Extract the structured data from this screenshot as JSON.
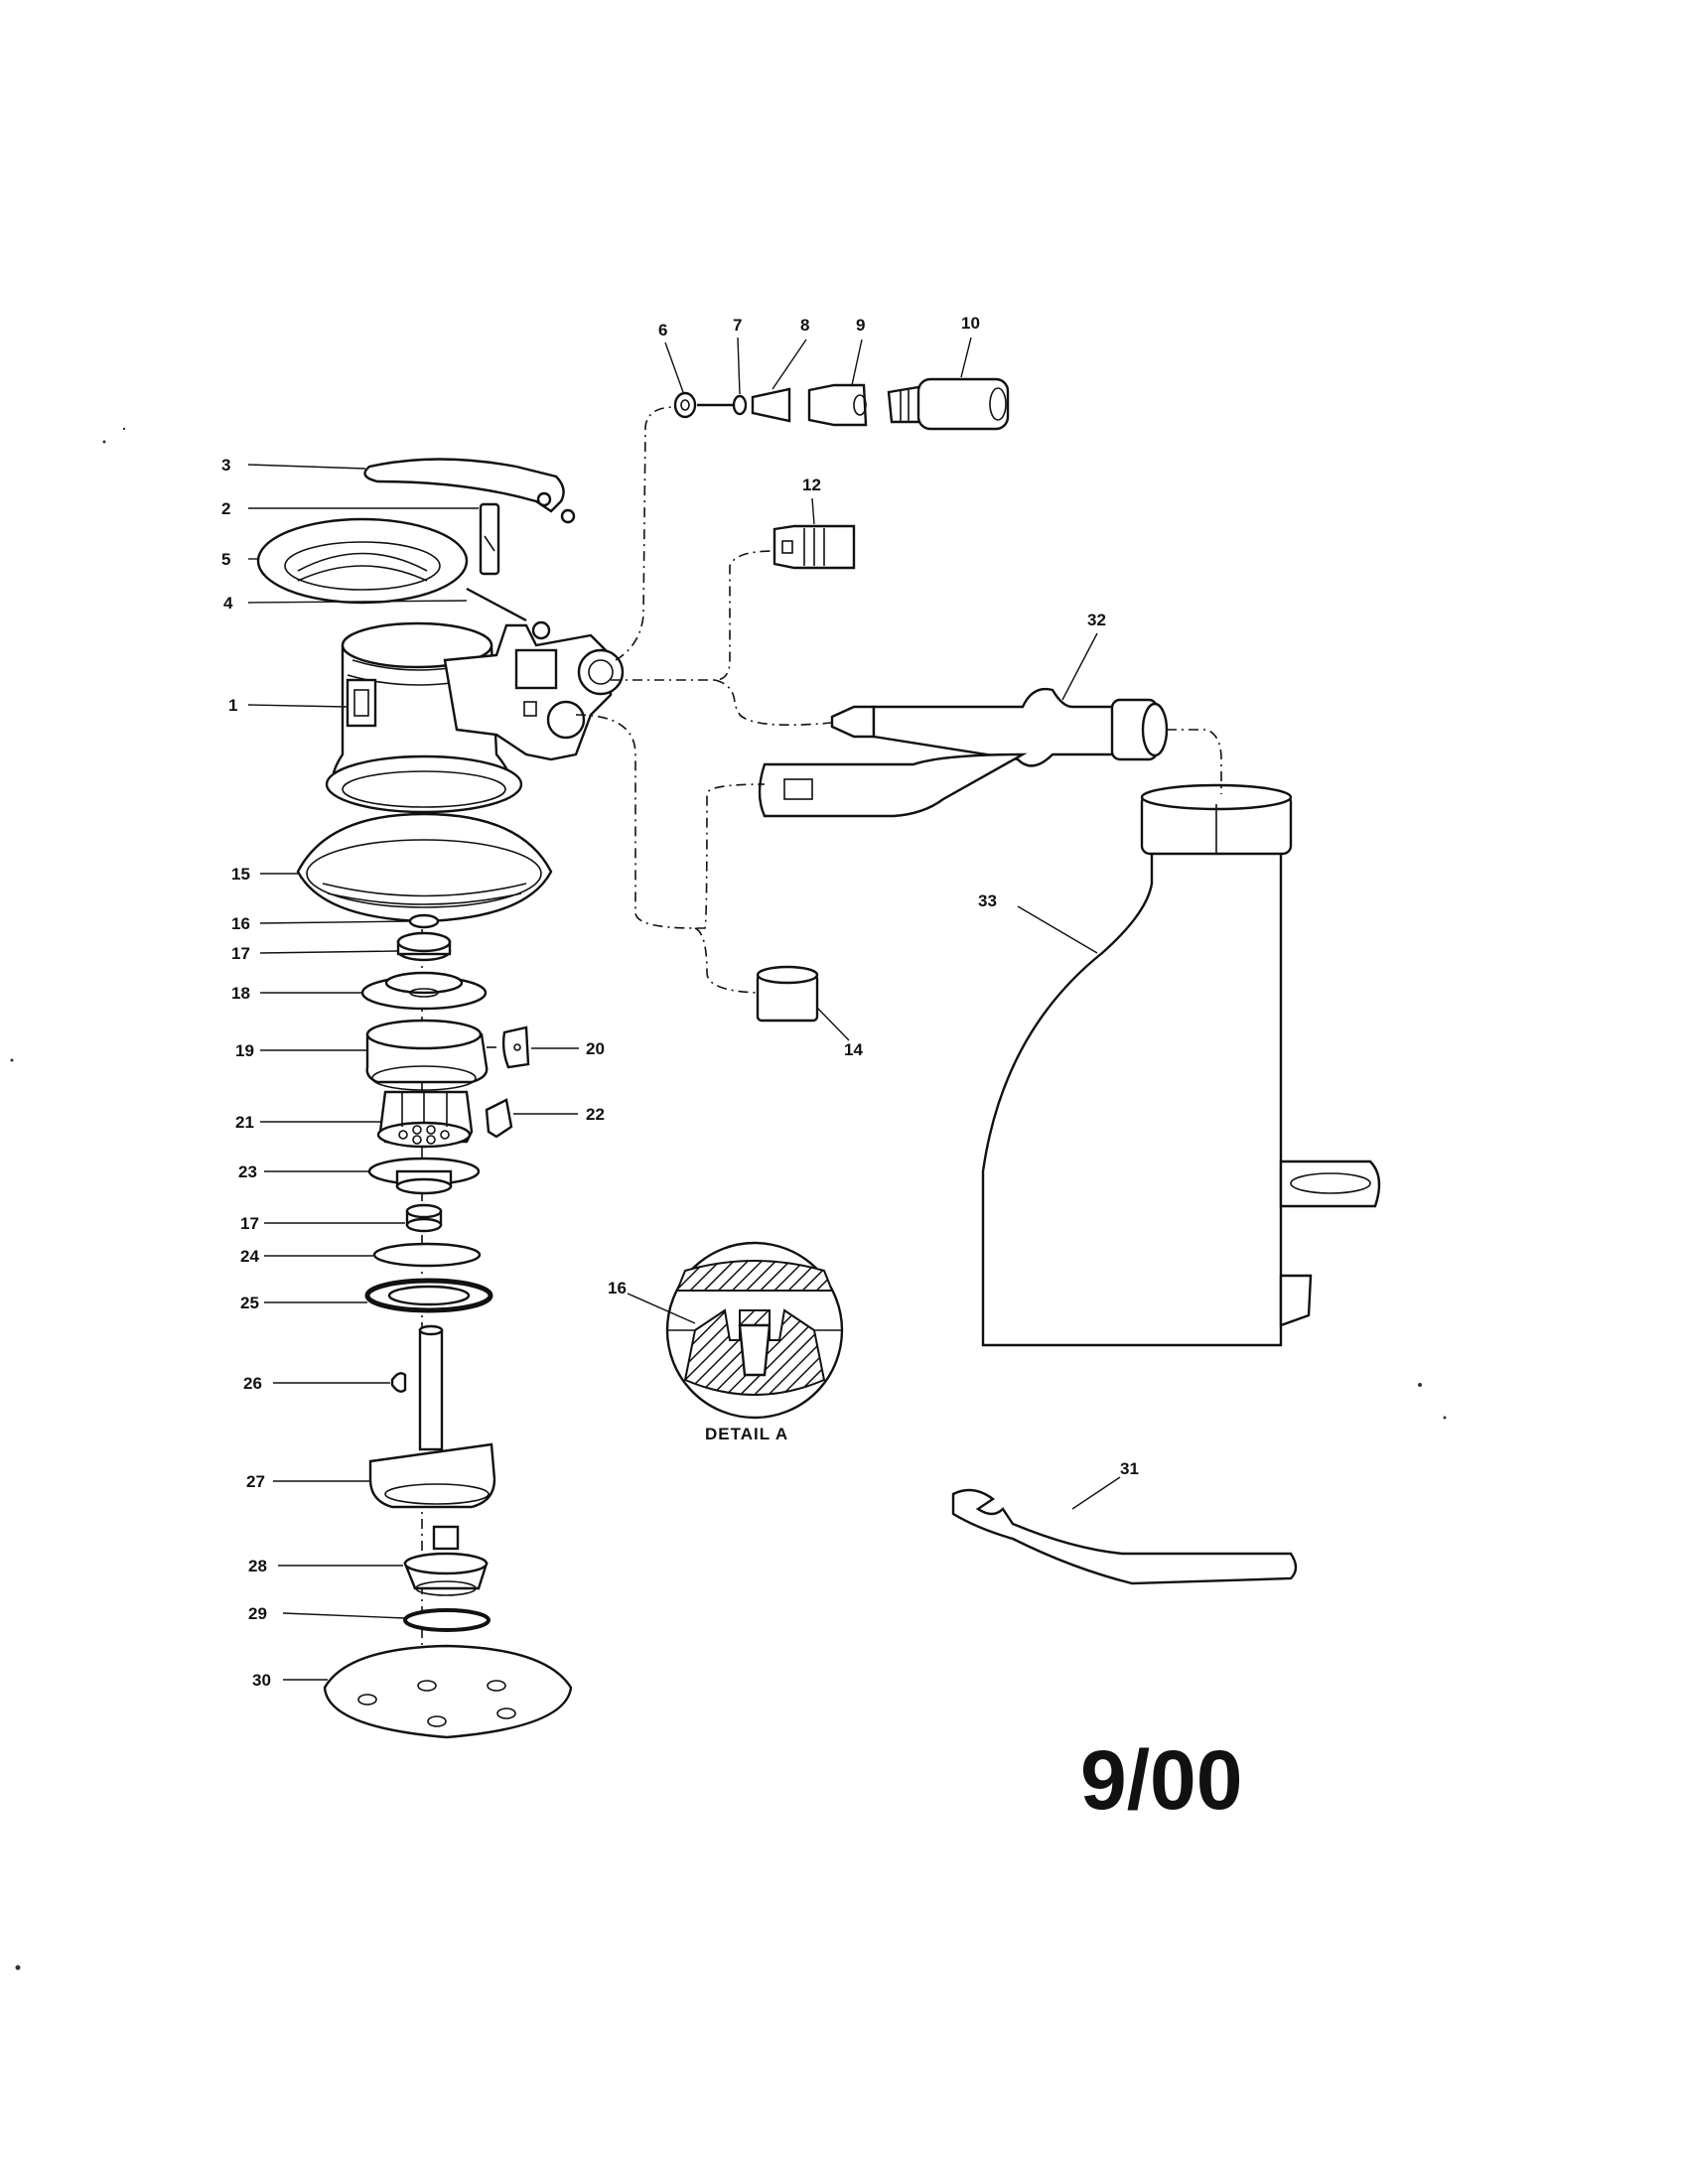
{
  "parts": [
    {
      "num": "1"
    },
    {
      "num": "2"
    },
    {
      "num": "3"
    },
    {
      "num": "4"
    },
    {
      "num": "5"
    },
    {
      "num": "6"
    },
    {
      "num": "7"
    },
    {
      "num": "8"
    },
    {
      "num": "9"
    },
    {
      "num": "10"
    },
    {
      "num": "12"
    },
    {
      "num": "14"
    },
    {
      "num": "15"
    },
    {
      "num": "16"
    },
    {
      "num": "17"
    },
    {
      "num": "18"
    },
    {
      "num": "19"
    },
    {
      "num": "20"
    },
    {
      "num": "21"
    },
    {
      "num": "22"
    },
    {
      "num": "23"
    },
    {
      "num": "17"
    },
    {
      "num": "24"
    },
    {
      "num": "25"
    },
    {
      "num": "26"
    },
    {
      "num": "27"
    },
    {
      "num": "28"
    },
    {
      "num": "29"
    },
    {
      "num": "30"
    },
    {
      "num": "31"
    },
    {
      "num": "32"
    },
    {
      "num": "33"
    },
    {
      "num": "16"
    }
  ],
  "detail_label": "DETAIL A",
  "date_code": "9/00"
}
